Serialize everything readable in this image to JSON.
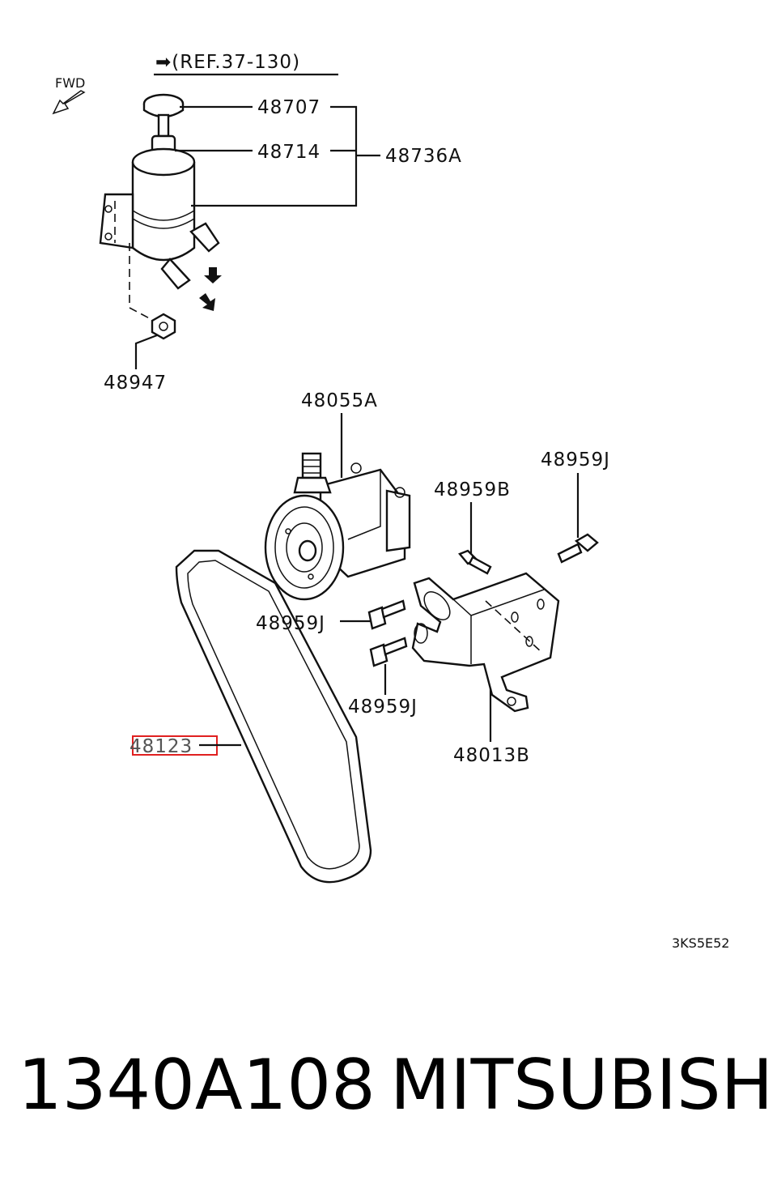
{
  "diagram": {
    "ref_label": "➡(REF.37-130)",
    "fwd_label": "FWD",
    "code": "3KS5E52",
    "highlight_color": "#e02020",
    "labels": {
      "p48707": "48707",
      "p48714": "48714",
      "p48736A": "48736A",
      "p48947": "48947",
      "p48055A": "48055A",
      "p48959J_top": "48959J",
      "p48959B": "48959B",
      "p48959J_mid": "48959J",
      "p48959J_low": "48959J",
      "p48123": "48123",
      "p48013B": "48013B"
    }
  },
  "caption": {
    "part_number": "1340A108",
    "brand": "MITSUBISHI"
  }
}
